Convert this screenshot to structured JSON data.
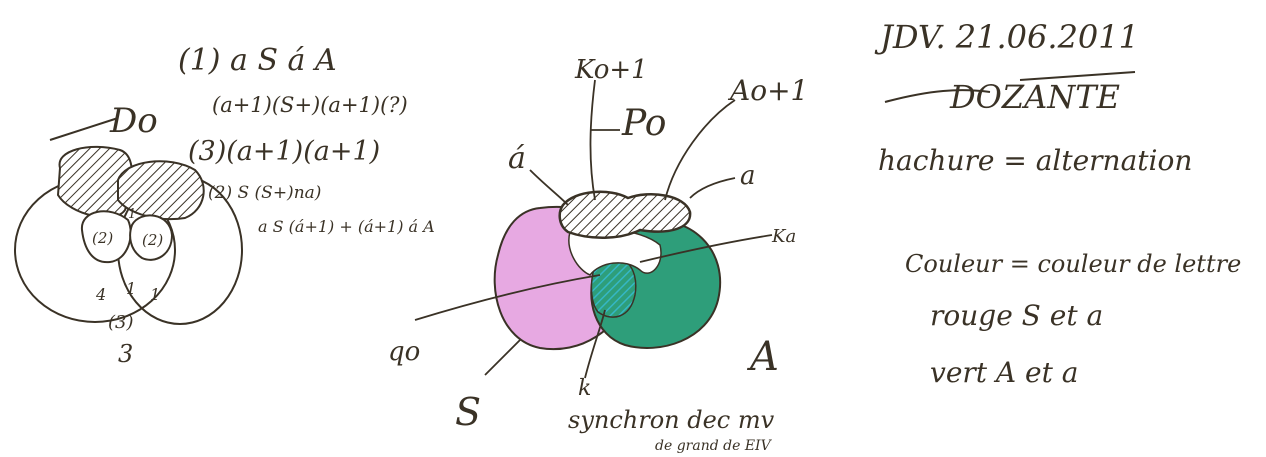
{
  "colors": {
    "ink": "#3a3226",
    "paper": "#ffffff",
    "pink": "#e7a9e2",
    "green": "#2e9e7a",
    "cyan": "#35b7c6"
  },
  "left_diagram": {
    "title": "(1) a S á A",
    "line2": "(a+1)(S+)(a+1)(?)",
    "line3": "(3)(a+1)(a+1)",
    "line4": "(2) S (S+)na)",
    "line5": "a S (á+1) + (á+1) á A",
    "label_do": "Do",
    "label_2a": "(2)",
    "label_2b": "(2)",
    "label_1": "1",
    "label_1b": "1",
    "label_1c": "1",
    "label_4": "4",
    "label_3p": "(3)",
    "label_3": "3"
  },
  "center_diagram": {
    "label_ko": "Ko+1",
    "label_ao": "Ao+1",
    "label_po": "Po",
    "label_a_prime": "á",
    "label_a": "a",
    "label_ka": "Ka",
    "label_qo": "qo",
    "label_S": "S",
    "label_A": "A",
    "label_k": "k",
    "note1": "synchron dec mv",
    "note2": "de grand de EIV"
  },
  "notes": {
    "date": "JDV. 21.06.2011",
    "title": "DOZANTE",
    "line1": "hachure = alternation",
    "line2": "Couleur = couleur de lettre",
    "line3": "rouge S et a",
    "line4": "vert A et a"
  }
}
